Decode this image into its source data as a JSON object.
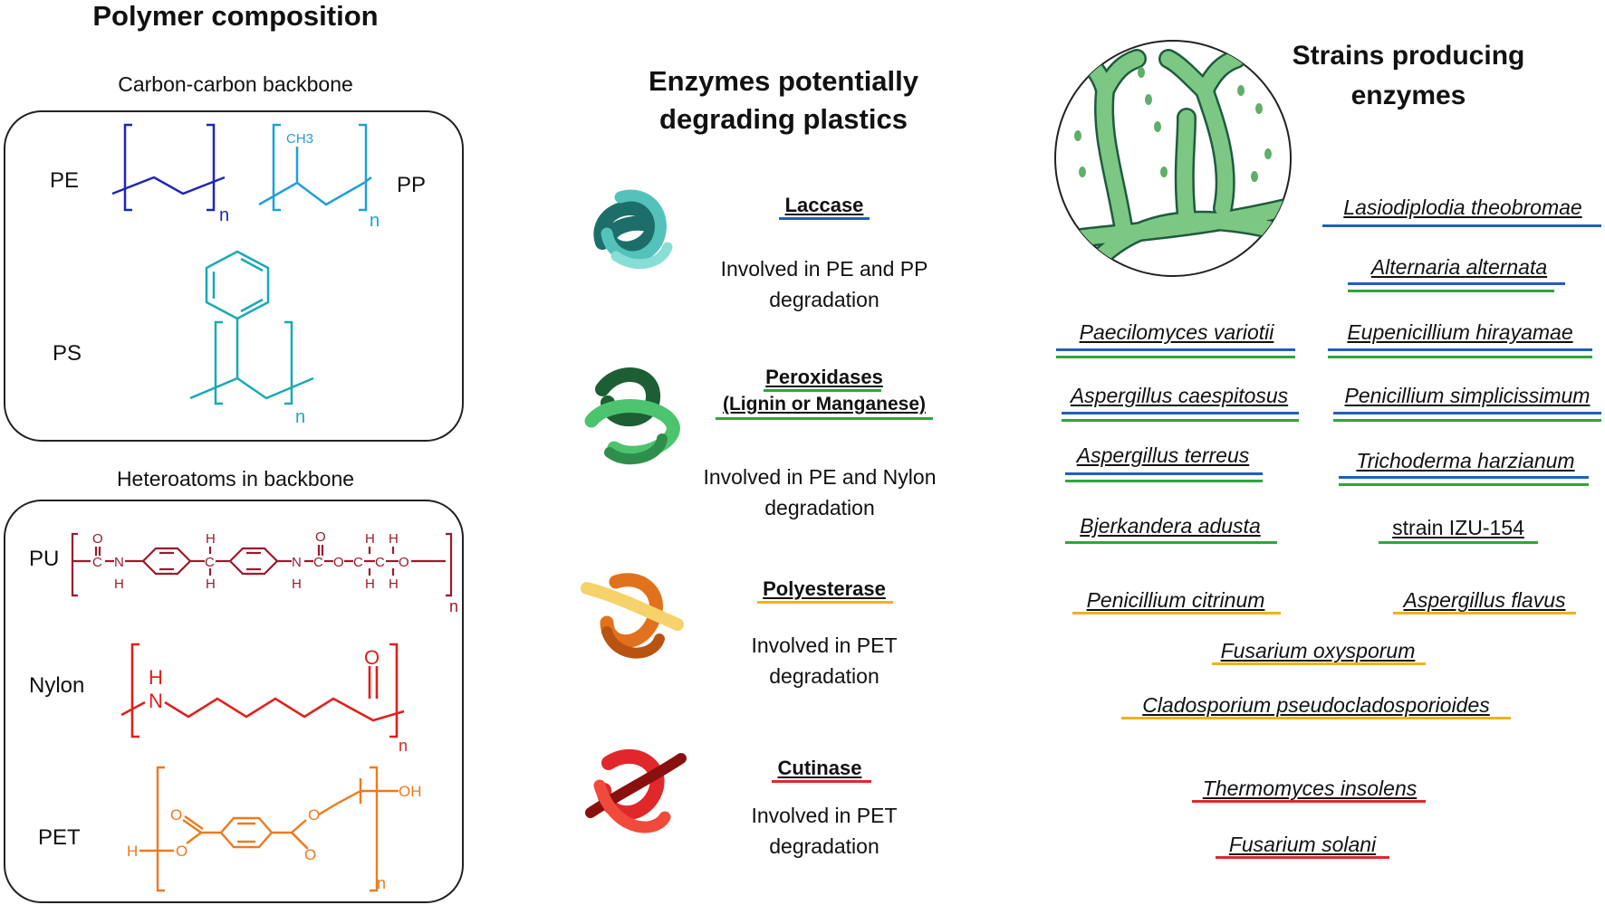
{
  "colors": {
    "blue": "#1f5fbf",
    "green": "#2ea63b",
    "yellow": "#f0b21a",
    "red": "#e0282a",
    "pe": "#1d27b8",
    "pp": "#1e9fe0",
    "ps": "#17a9b8",
    "pu": "#9b1a2b",
    "nylon": "#e0201c",
    "pet": "#ee7a1e"
  },
  "left": {
    "title": "Polymer composition",
    "group1": "Carbon-carbon backbone",
    "group2": "Heteroatoms in backbone",
    "polymers": {
      "pe": "PE",
      "pp": "PP",
      "ps": "PS",
      "pu": "PU",
      "nylon": "Nylon",
      "pet": "PET"
    },
    "chem": {
      "n": "n",
      "ch3": "CH3",
      "oh": "OH",
      "o": "O",
      "c": "C",
      "h": "H",
      "hn": "H",
      "n_atom": "N"
    }
  },
  "middle": {
    "title_line1": "Enzymes potentially",
    "title_line2": "degrading plastics",
    "enzymes": [
      {
        "name": "Laccase",
        "desc1": "Involved in PE and PP",
        "desc2": "degradation",
        "icon": "laccase-protein-icon"
      },
      {
        "name": "Peroxidases",
        "name2": "(Lignin  or  Manganese)",
        "desc1": "Involved in PE and Nylon",
        "desc2": "degradation",
        "icon": "peroxidase-protein-icon"
      },
      {
        "name": "Polyesterase",
        "desc1": "Involved in PET",
        "desc2": "degradation",
        "icon": "polyesterase-protein-icon"
      },
      {
        "name": "Cutinase",
        "desc1": "Involved in PET",
        "desc2": "degradation",
        "icon": "cutinase-protein-icon"
      }
    ]
  },
  "right": {
    "title_line1": "Strains producing",
    "title_line2": "enzymes",
    "fungus_icon": "fungal-hyphae-illustration",
    "strains": [
      {
        "name": "Lasiodiplodia theobromae"
      },
      {
        "name": "Alternaria alternata"
      },
      {
        "name": "Paecilomyces variotii"
      },
      {
        "name": "Eupenicillium hirayamae"
      },
      {
        "name": "Aspergillus caespitosus"
      },
      {
        "name": "Penicillium simplicissimum"
      },
      {
        "name": "Aspergillus terreus"
      },
      {
        "name": "Trichoderma harzianum"
      },
      {
        "name": "Bjerkandera adusta"
      },
      {
        "name": "strain IZU-154"
      },
      {
        "name": "Penicillium citrinum"
      },
      {
        "name": "Aspergillus flavus"
      },
      {
        "name": "Fusarium oxysporum"
      },
      {
        "name": "Cladosporium pseudocladosporioides"
      },
      {
        "name": "Thermomyces insolens"
      },
      {
        "name": "Fusarium solani"
      }
    ]
  }
}
